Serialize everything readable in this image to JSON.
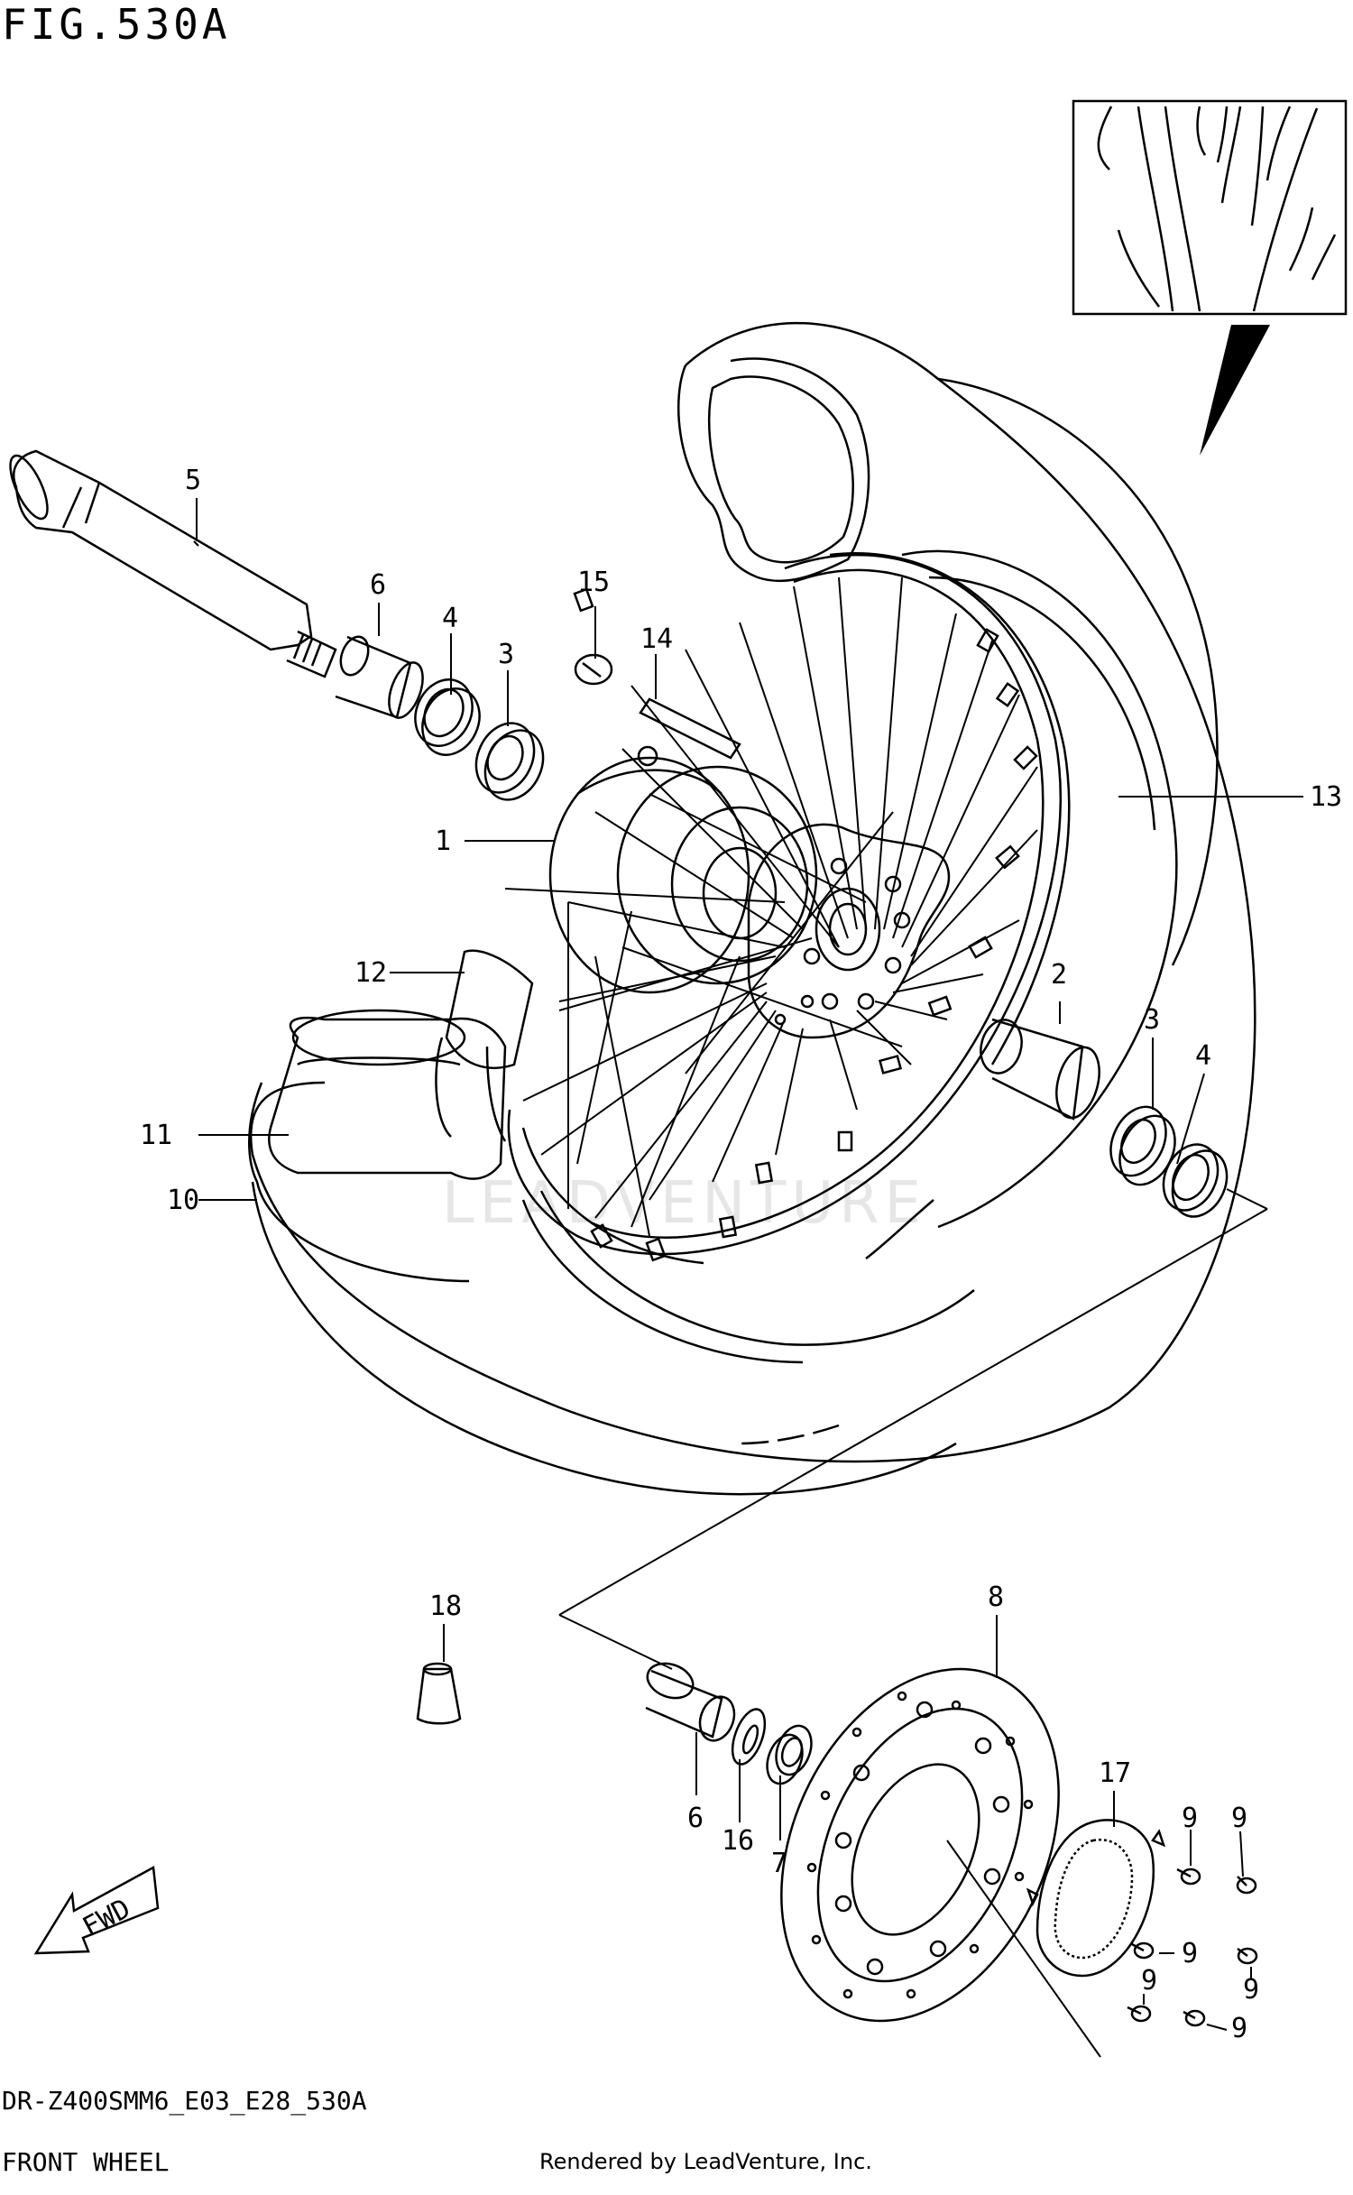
{
  "header": {
    "figure": "FIG.530A"
  },
  "footer": {
    "model_code": "DR-Z400SMM6_E03_E28_530A",
    "section_name": "FRONT WHEEL",
    "credit": "Rendered by LeadVenture, Inc."
  },
  "watermark": "LEADVENTURE",
  "fwd_label": "FWD",
  "callouts": [
    {
      "id": "c1",
      "label": "1"
    },
    {
      "id": "c2",
      "label": "2"
    },
    {
      "id": "c3a",
      "label": "3"
    },
    {
      "id": "c3b",
      "label": "3"
    },
    {
      "id": "c4a",
      "label": "4"
    },
    {
      "id": "c4b",
      "label": "4"
    },
    {
      "id": "c5",
      "label": "5"
    },
    {
      "id": "c6a",
      "label": "6"
    },
    {
      "id": "c6b",
      "label": "6"
    },
    {
      "id": "c7",
      "label": "7"
    },
    {
      "id": "c8",
      "label": "8"
    },
    {
      "id": "c9a",
      "label": "9"
    },
    {
      "id": "c9b",
      "label": "9"
    },
    {
      "id": "c9c",
      "label": "9"
    },
    {
      "id": "c9d",
      "label": "9"
    },
    {
      "id": "c9e",
      "label": "9"
    },
    {
      "id": "c9f",
      "label": "9"
    },
    {
      "id": "c10",
      "label": "10"
    },
    {
      "id": "c11",
      "label": "11"
    },
    {
      "id": "c12",
      "label": "12"
    },
    {
      "id": "c13",
      "label": "13"
    },
    {
      "id": "c14",
      "label": "14"
    },
    {
      "id": "c15",
      "label": "15"
    },
    {
      "id": "c16",
      "label": "16"
    },
    {
      "id": "c17",
      "label": "17"
    },
    {
      "id": "c18",
      "label": "18"
    }
  ]
}
